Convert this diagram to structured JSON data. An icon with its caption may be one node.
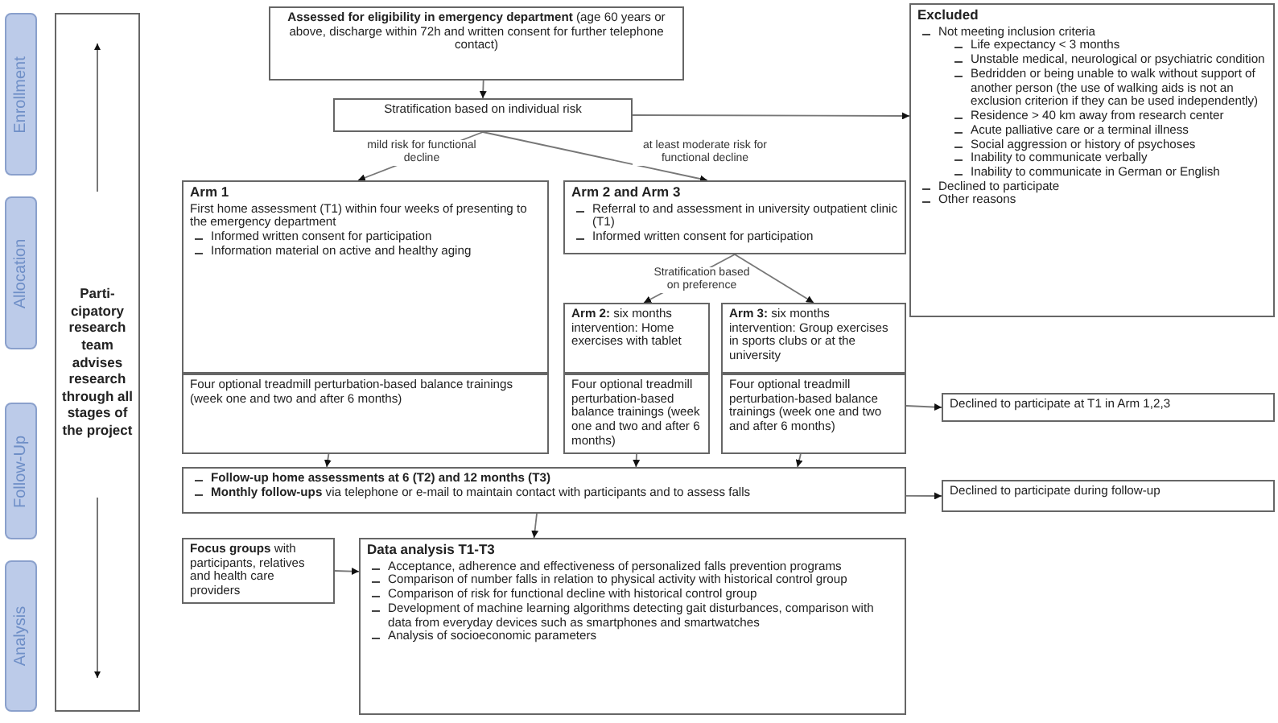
{
  "diagram": {
    "nodes": [
      {
        "text": [
          "Enrollment"
        ]
      },
      {
        "text": [
          "Allocation"
        ]
      },
      {
        "text": [
          "Follow-Up"
        ]
      },
      {
        "text": [
          "Analysis"
        ]
      },
      {
        "text": [
          "Parti-cipatory research team advises research through all stages of the project"
        ]
      },
      {
        "text": [
          "**Assessed for eligibility in emergency department** (age 60 years or above, discharge within 72h and written consent for further telephone contact)"
        ]
      },
      {
        "text": [
          "Stratification based on individual risk"
        ]
      },
      {
        "text": [
          "Excluded",
          "Not meeting inclusion criteria",
          "Life expectancy < 3 months",
          "Unstable medical, neurological or psychiatric condition",
          "Bedridden or being unable to walk without support of another person (the use of walking aids is not an exclusion criterion if they can be used independently)",
          "Residence > 40 km away from research center",
          "Acute palliative care or a terminal illness",
          "Social aggression or history of psychoses",
          "Inability to communicate verbally",
          "Inability to communicate in German or English",
          "Declined to participate",
          "Other reasons"
        ]
      },
      {
        "text": [
          "Arm 1",
          "First home assessment (T1) within four weeks of presenting to the emergency department",
          "Informed written consent for participation",
          "Information material on active and healthy aging"
        ]
      },
      {
        "text": [
          "Arm 2 and Arm 3",
          "Referral to and assessment in university outpatient clinic (T1)",
          "Informed written consent for participation"
        ]
      },
      {
        "text": [
          "**Arm 2:** six months intervention: Home exercises with tablet"
        ]
      },
      {
        "text": [
          "**Arm 3:** six months intervention: Group exercises in sports clubs or at the university"
        ]
      },
      {
        "text": [
          "Four optional treadmill perturbation-based balance trainings (week one and two and after 6 months)"
        ]
      },
      {
        "text": [
          "Four optional treadmill perturbation-based balance trainings (week one and two and after 6 months)"
        ]
      },
      {
        "text": [
          "Four optional treadmill perturbation-based balance trainings (week one and two and after 6 months)"
        ]
      },
      {
        "text": [
          "Declined to participate at T1 in Arm 1,2,3"
        ]
      },
      {
        "text": [
          "Follow-up home assessments at 6 (T2) and 12 months (T3)",
          "**Monthly follow-ups** via telephone or e-mail to maintain contact with participants and to assess falls"
        ]
      },
      {
        "text": [
          "Declined to participate during follow-up"
        ]
      },
      {
        "text": [
          "**Focus groups** with participants, relatives and health care providers"
        ]
      },
      {
        "text": [
          "Data analysis T1-T3",
          "Acceptance, adherence and effectiveness of personalized falls prevention programs",
          "Comparison of number falls in relation to physical activity with historical control group",
          "Comparison of risk for functional decline with historical control group",
          "Development of machine learning algorithms detecting gait disturbances, comparison with data from everyday devices such as smartphones and smartwatches",
          "Analysis of socioeconomic parameters"
        ]
      }
    ],
    "edges": [
      {
        "from": 5,
        "to": 6,
        "arrow": "to"
      },
      {
        "from": 6,
        "to": 8,
        "arrow": "to",
        "label": "mild risk for functional decline"
      },
      {
        "from": 6,
        "to": 9,
        "arrow": "to",
        "label": "at least moderate risk for functional decline"
      },
      {
        "from": 6,
        "to": 7,
        "arrow": "to"
      },
      {
        "from": 9,
        "to": 10,
        "arrow": "to"
      },
      {
        "from": 9,
        "to": 11,
        "arrow": "to"
      },
      {
        "from": 12,
        "to": 16,
        "arrow": "to"
      },
      {
        "from": 13,
        "to": 16,
        "arrow": "to"
      },
      {
        "from": 14,
        "to": 16,
        "arrow": "to"
      },
      {
        "from": 14,
        "to": 15,
        "arrow": "to"
      },
      {
        "from": 16,
        "to": 17,
        "arrow": "to"
      },
      {
        "from": 16,
        "to": 19,
        "arrow": "to"
      },
      {
        "from": 18,
        "to": 19,
        "arrow": "to"
      }
    ],
    "labels": [
      "Stratification based on preference"
    ]
  }
}
